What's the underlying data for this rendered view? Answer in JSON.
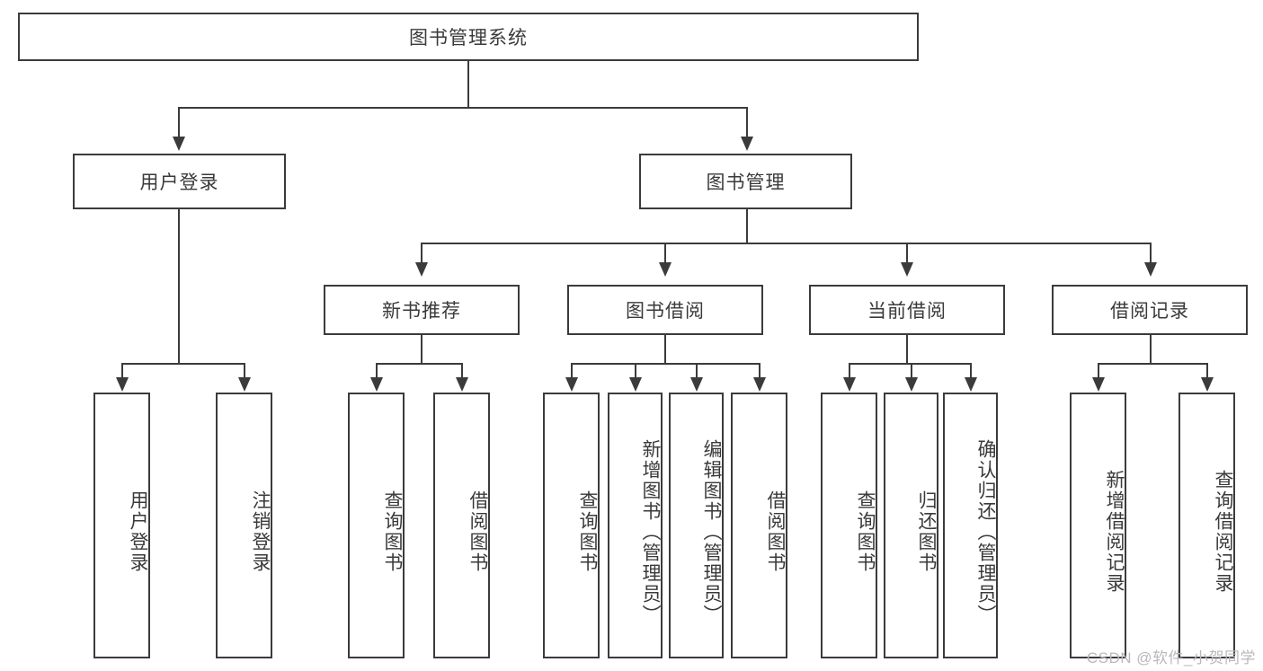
{
  "diagram": {
    "title": "图书管理系统",
    "root": {
      "label": "图书管理系统"
    },
    "level2": [
      {
        "label": "用户登录"
      },
      {
        "label": "图书管理"
      }
    ],
    "level3": [
      {
        "label": "新书推荐"
      },
      {
        "label": "图书借阅"
      },
      {
        "label": "当前借阅"
      },
      {
        "label": "借阅记录"
      }
    ],
    "leaves": {
      "user_login": [
        {
          "label": "用户登录"
        },
        {
          "label": "注销登录"
        }
      ],
      "new_book": [
        {
          "label": "查询图书"
        },
        {
          "label": "借阅图书"
        }
      ],
      "book_borrow": [
        {
          "label": "查询图书"
        },
        {
          "label": "新增图书（管理员）"
        },
        {
          "label": "编辑图书（管理员）"
        },
        {
          "label": "借阅图书"
        }
      ],
      "current_borrow": [
        {
          "label": "查询图书"
        },
        {
          "label": "归还图书"
        },
        {
          "label": "确认归还（管理员）"
        }
      ],
      "borrow_record": [
        {
          "label": "新增借阅记录"
        },
        {
          "label": "查询借阅记录"
        }
      ]
    }
  },
  "watermark": {
    "text": "CSDN @软件_小贺同学"
  },
  "colors": {
    "stroke": "#3b3b3b",
    "text": "#3a3a3a",
    "background": "#ffffff",
    "watermark": "#b9b9b9"
  }
}
